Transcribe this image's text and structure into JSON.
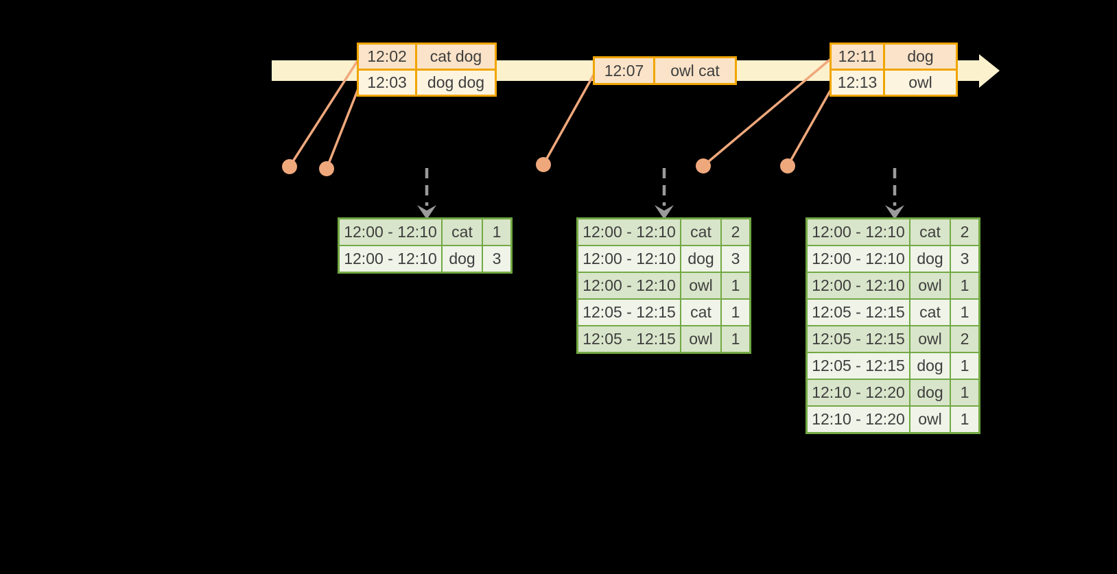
{
  "diagram": "windowed-streaming-aggregation",
  "colors": {
    "background": "#000000",
    "timeline_fill": "#FBF1CD",
    "event_table_border": "#F0A500",
    "event_row_dark": "#FAE3C8",
    "event_row_light": "#FDF4E0",
    "connector_salmon": "#EFA87C",
    "result_table_border": "#72A944",
    "result_row_dark": "#D9E5CA",
    "result_row_light": "#EFF3E8",
    "trigger_arrow_gray": "#9B9B9B",
    "text": "#3E3E3E"
  },
  "event_tables": [
    {
      "rows": [
        [
          "12:02",
          "cat dog"
        ],
        [
          "12:03",
          "dog dog"
        ]
      ]
    },
    {
      "rows": [
        [
          "12:07",
          "owl cat"
        ]
      ]
    },
    {
      "rows": [
        [
          "12:11",
          "dog"
        ],
        [
          "12:13",
          "owl"
        ]
      ]
    }
  ],
  "result_tables": [
    {
      "rows": [
        [
          "12:00 - 12:10",
          "cat",
          "1"
        ],
        [
          "12:00 - 12:10",
          "dog",
          "3"
        ]
      ]
    },
    {
      "rows": [
        [
          "12:00 - 12:10",
          "cat",
          "2"
        ],
        [
          "12:00 - 12:10",
          "dog",
          "3"
        ],
        [
          "12:00 - 12:10",
          "owl",
          "1"
        ],
        [
          "12:05 - 12:15",
          "cat",
          "1"
        ],
        [
          "12:05 - 12:15",
          "owl",
          "1"
        ]
      ]
    },
    {
      "rows": [
        [
          "12:00 - 12:10",
          "cat",
          "2"
        ],
        [
          "12:00 - 12:10",
          "dog",
          "3"
        ],
        [
          "12:00 - 12:10",
          "owl",
          "1"
        ],
        [
          "12:05 - 12:15",
          "cat",
          "1"
        ],
        [
          "12:05 - 12:15",
          "owl",
          "2"
        ],
        [
          "12:05 - 12:15",
          "dog",
          "1"
        ],
        [
          "12:10 - 12:20",
          "dog",
          "1"
        ],
        [
          "12:10 - 12:20",
          "owl",
          "1"
        ]
      ]
    }
  ]
}
